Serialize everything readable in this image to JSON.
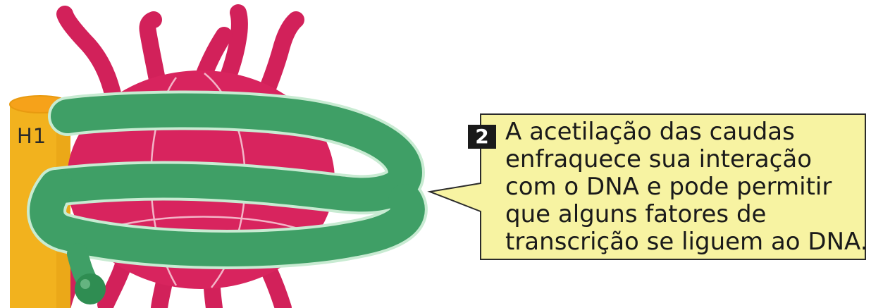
{
  "diagram": {
    "h1_label": "H1",
    "callout": {
      "step_number": "2",
      "lines": [
        "A acetilação das caudas",
        "enfraquece sua interação",
        "com o DNA e pode permitir",
        "que alguns fatores de",
        "transcrição se liguem ao DNA."
      ]
    },
    "colors": {
      "histone_core": "#d8245e",
      "histone_tails": "#d2215a",
      "dna": "#3f9f66",
      "dna_edge": "#c8ebd2",
      "h1": "#f2b21e",
      "h1_top": "#f6a21a",
      "callout_fill": "#f7f3a2",
      "callout_border": "#2b2b2b",
      "step_badge": "#1a1a1a"
    }
  }
}
